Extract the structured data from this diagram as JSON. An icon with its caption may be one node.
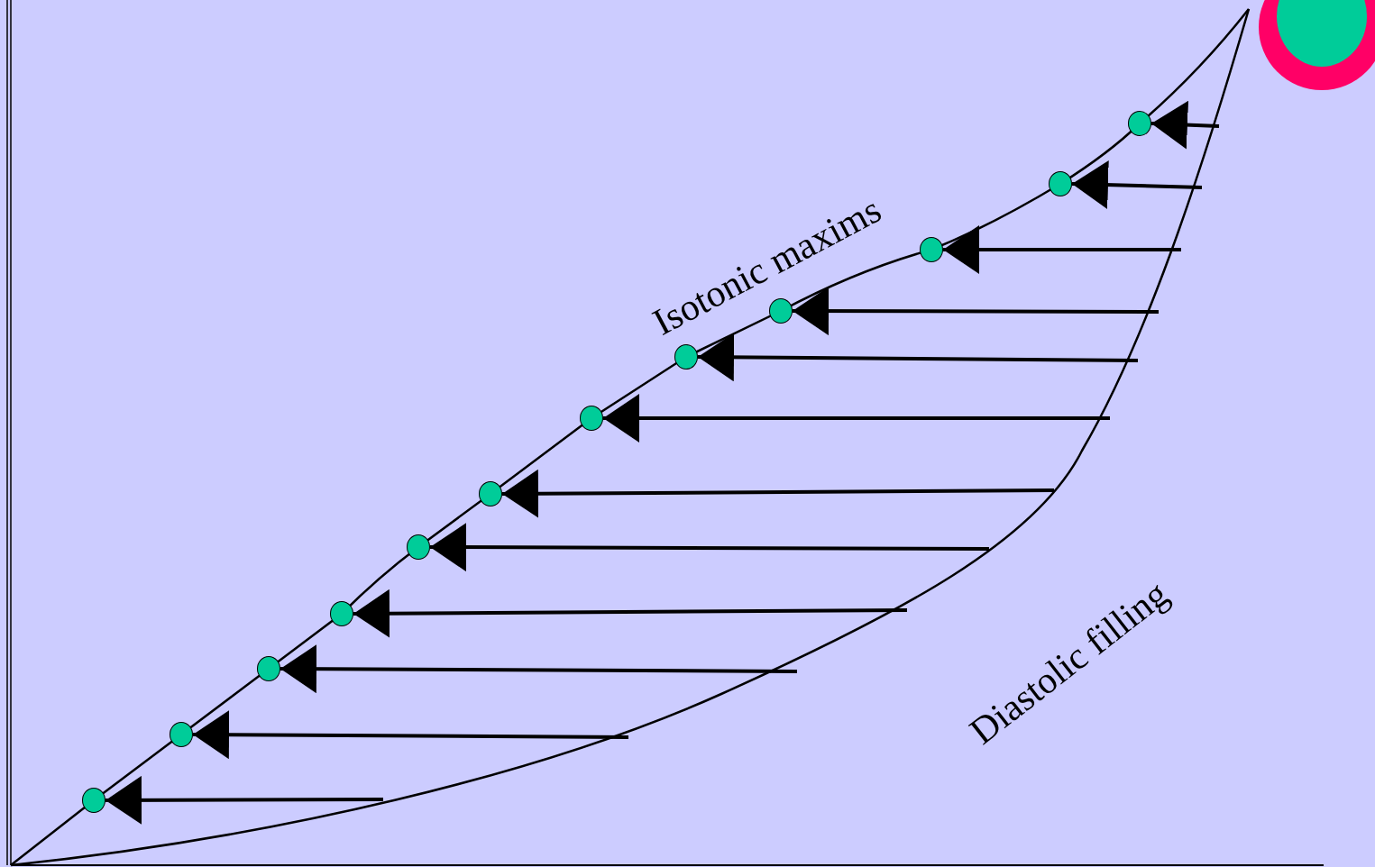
{
  "diagram": {
    "nodes": [
      {
        "text": [],
        "shape": "circle"
      },
      {
        "text": [],
        "shape": "circle"
      },
      {
        "text": [],
        "shape": "circle"
      },
      {
        "text": [],
        "shape": "circle"
      },
      {
        "text": [],
        "shape": "circle"
      },
      {
        "text": [],
        "shape": "circle"
      },
      {
        "text": [],
        "shape": "circle"
      },
      {
        "text": [],
        "shape": "circle"
      },
      {
        "text": [],
        "shape": "circle"
      },
      {
        "text": [],
        "shape": "circle"
      },
      {
        "text": [],
        "shape": "circle"
      },
      {
        "text": [],
        "shape": "circle"
      }
    ],
    "edges": [
      {
        "from": null,
        "to": 0,
        "arrow": "to"
      },
      {
        "from": null,
        "to": 1,
        "arrow": "to"
      },
      {
        "from": null,
        "to": 2,
        "arrow": "to"
      },
      {
        "from": null,
        "to": 3,
        "arrow": "to"
      },
      {
        "from": null,
        "to": 4,
        "arrow": "to"
      },
      {
        "from": null,
        "to": 5,
        "arrow": "to"
      },
      {
        "from": null,
        "to": 6,
        "arrow": "to"
      },
      {
        "from": null,
        "to": 7,
        "arrow": "to"
      },
      {
        "from": null,
        "to": 8,
        "arrow": "to"
      },
      {
        "from": null,
        "to": 9,
        "arrow": "to"
      },
      {
        "from": null,
        "to": 10,
        "arrow": "to"
      },
      {
        "from": null,
        "to": 11,
        "arrow": "to"
      }
    ],
    "labels": [
      "Isotonic maxims",
      "Diastolic filling"
    ]
  }
}
